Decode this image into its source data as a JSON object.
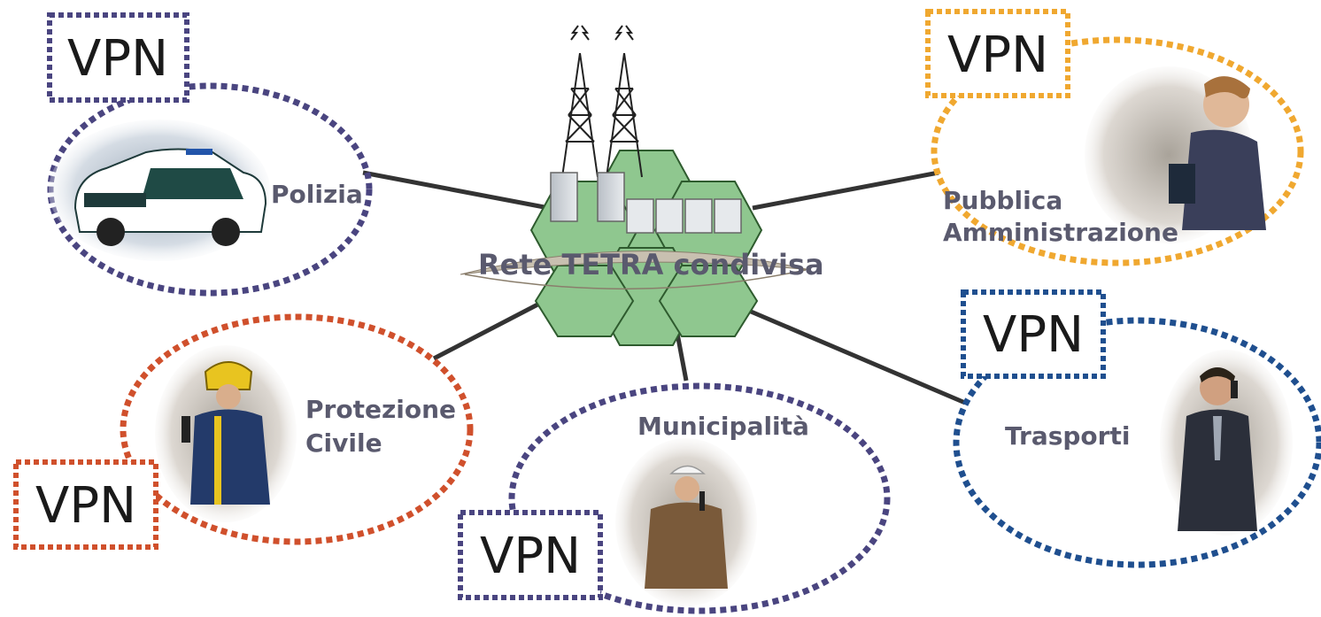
{
  "center": {
    "label": "Rete TETRA condivisa"
  },
  "vpn_label": "VPN",
  "groups": {
    "polizia": {
      "label": "Polizia",
      "color": "#4a4580"
    },
    "pubblica": {
      "label_line1": "Pubblica",
      "label_line2": "Amministrazione",
      "color": "#f0a830"
    },
    "protezione": {
      "label_line1": "Protezione",
      "label_line2": "Civile",
      "color": "#d0502c"
    },
    "municipalita": {
      "label": "Municipalità",
      "color": "#4a4580"
    },
    "trasporti": {
      "label": "Trasporti",
      "color": "#1f4f8f"
    }
  },
  "colors": {
    "network_green": "#8fc78f",
    "link": "#333333"
  }
}
